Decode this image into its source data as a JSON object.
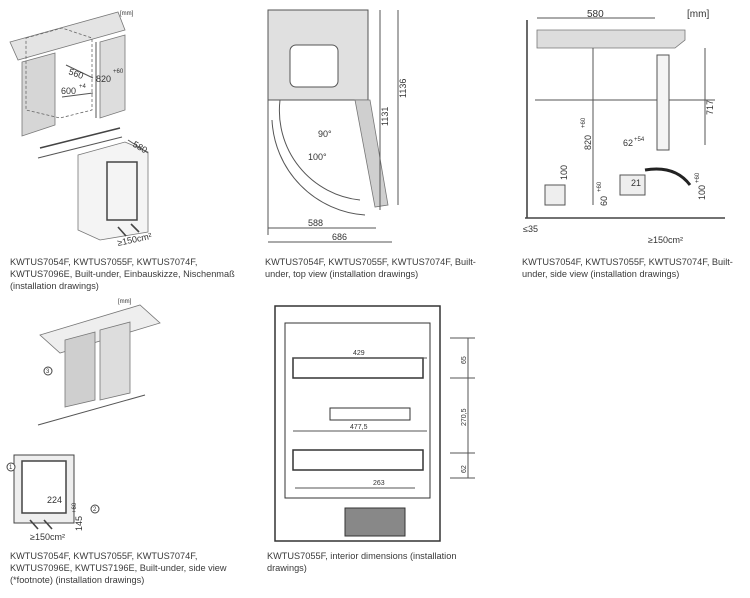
{
  "figures": [
    {
      "caption": "KWTUS7054F, KWTUS7055F, KWTUS7074F, KWTUS7096E, Built-under, Einbauskizze, Nischenmaß (installation drawings)",
      "labels": {
        "unit": "[mm]",
        "depth": "560",
        "width": "600",
        "width_tol": "+4",
        "height": "820",
        "height_tol": "+60",
        "appliance_depth": "580",
        "vent": "≥150cm²"
      }
    },
    {
      "caption": "KWTUS7054F, KWTUS7055F, KWTUS7074F, Built-under, top view (installation drawings)",
      "labels": {
        "angle90": "90°",
        "angle100": "100°",
        "h1136": "1136",
        "h1131": "1131",
        "w588": "588",
        "w686": "686"
      }
    },
    {
      "caption": "KWTUS7054F, KWTUS7055F, KWTUS7074F, Built-under, side view (installation drawings)",
      "labels": {
        "unit": "[mm]",
        "depth": "580",
        "h717": "717",
        "h820": "820",
        "h820_tol": "+60",
        "d62": "62",
        "d62_tol": "+54",
        "h100": "100",
        "h21": "21",
        "h60": "60",
        "h60_tol": "+60",
        "h100b": "100",
        "h100b_tol": "+60",
        "d35": "≤35",
        "vent": "≥150cm²"
      }
    },
    {
      "caption": "KWTUS7054F, KWTUS7055F, KWTUS7074F, KWTUS7096E, KWTUS7196E, Built-under, side view (*footnote) (installation drawings)",
      "labels": {
        "unit": "[mm]",
        "callout3": "3",
        "callout1": "1",
        "callout2": "2",
        "h224": "224",
        "h145": "145",
        "h145_tol": "+60",
        "vent": "≥150cm²"
      }
    },
    {
      "caption": "KWTUS7055F, interior dimensions (installation drawings)",
      "labels": {
        "w429": "429",
        "w477": "477,5",
        "w263": "263",
        "h65": "65",
        "h270": "270,5",
        "h62": "62"
      }
    }
  ]
}
